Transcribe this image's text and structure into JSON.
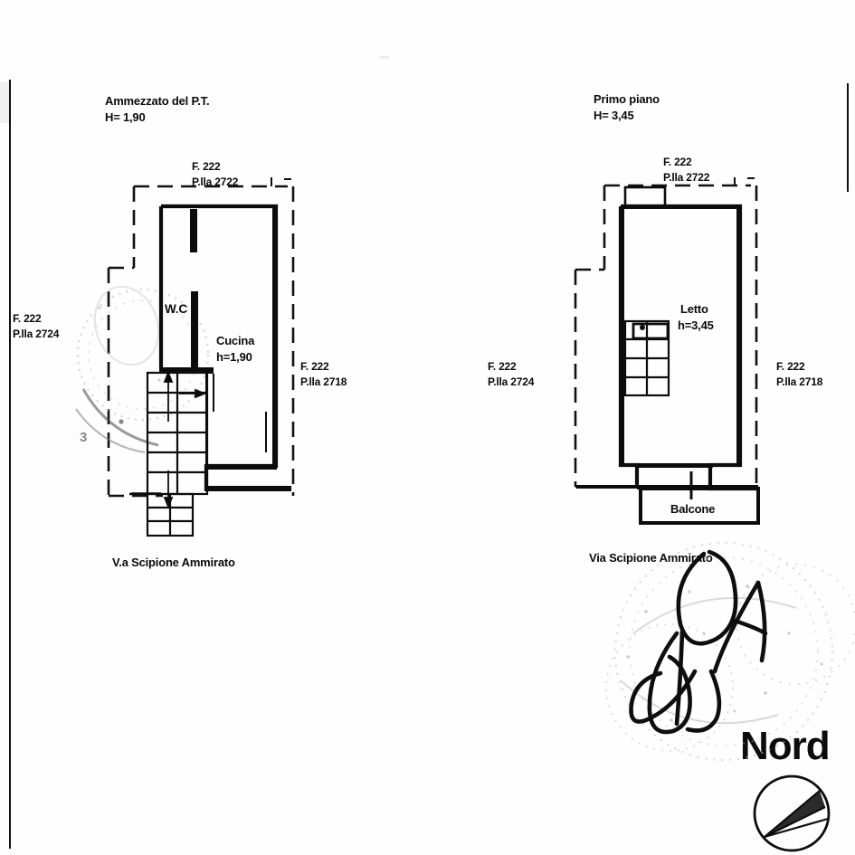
{
  "document": {
    "type": "planimetria-catastale",
    "sheets": 2
  },
  "left_plan": {
    "title": "Ammezzato del P.T.",
    "height_note": "H= 1,90",
    "top_label_line1": "F. 222",
    "top_label_line2": "P.lla 2722",
    "left_label_line1": "F. 222",
    "left_label_line2": "P.lla 2724",
    "right_label_line1": "F. 222",
    "right_label_line2": "P.lla 2718",
    "rooms": [
      {
        "name": "W.C",
        "height": ""
      },
      {
        "name": "Cucina",
        "height": "h=1,90"
      }
    ],
    "street": "V.a Scipione Ammirato"
  },
  "right_plan": {
    "title": "Primo piano",
    "height_note": "H= 3,45",
    "top_label_line1": "F. 222",
    "top_label_line2": "P.lla 2722",
    "left_label_line1": "F. 222",
    "left_label_line2": "P.lla 2724",
    "right_label_line1": "F. 222",
    "right_label_line2": "P.lla 2718",
    "rooms": [
      {
        "name": "Letto",
        "height": "h=3,45"
      },
      {
        "name": "Balcone",
        "height": ""
      }
    ],
    "street": "Via Scipione Ammirato"
  },
  "compass": {
    "label": "Nord"
  },
  "colors": {
    "ink": "#0a0a0a",
    "paper": "#fefefe",
    "faint": "#c9c9c9"
  }
}
